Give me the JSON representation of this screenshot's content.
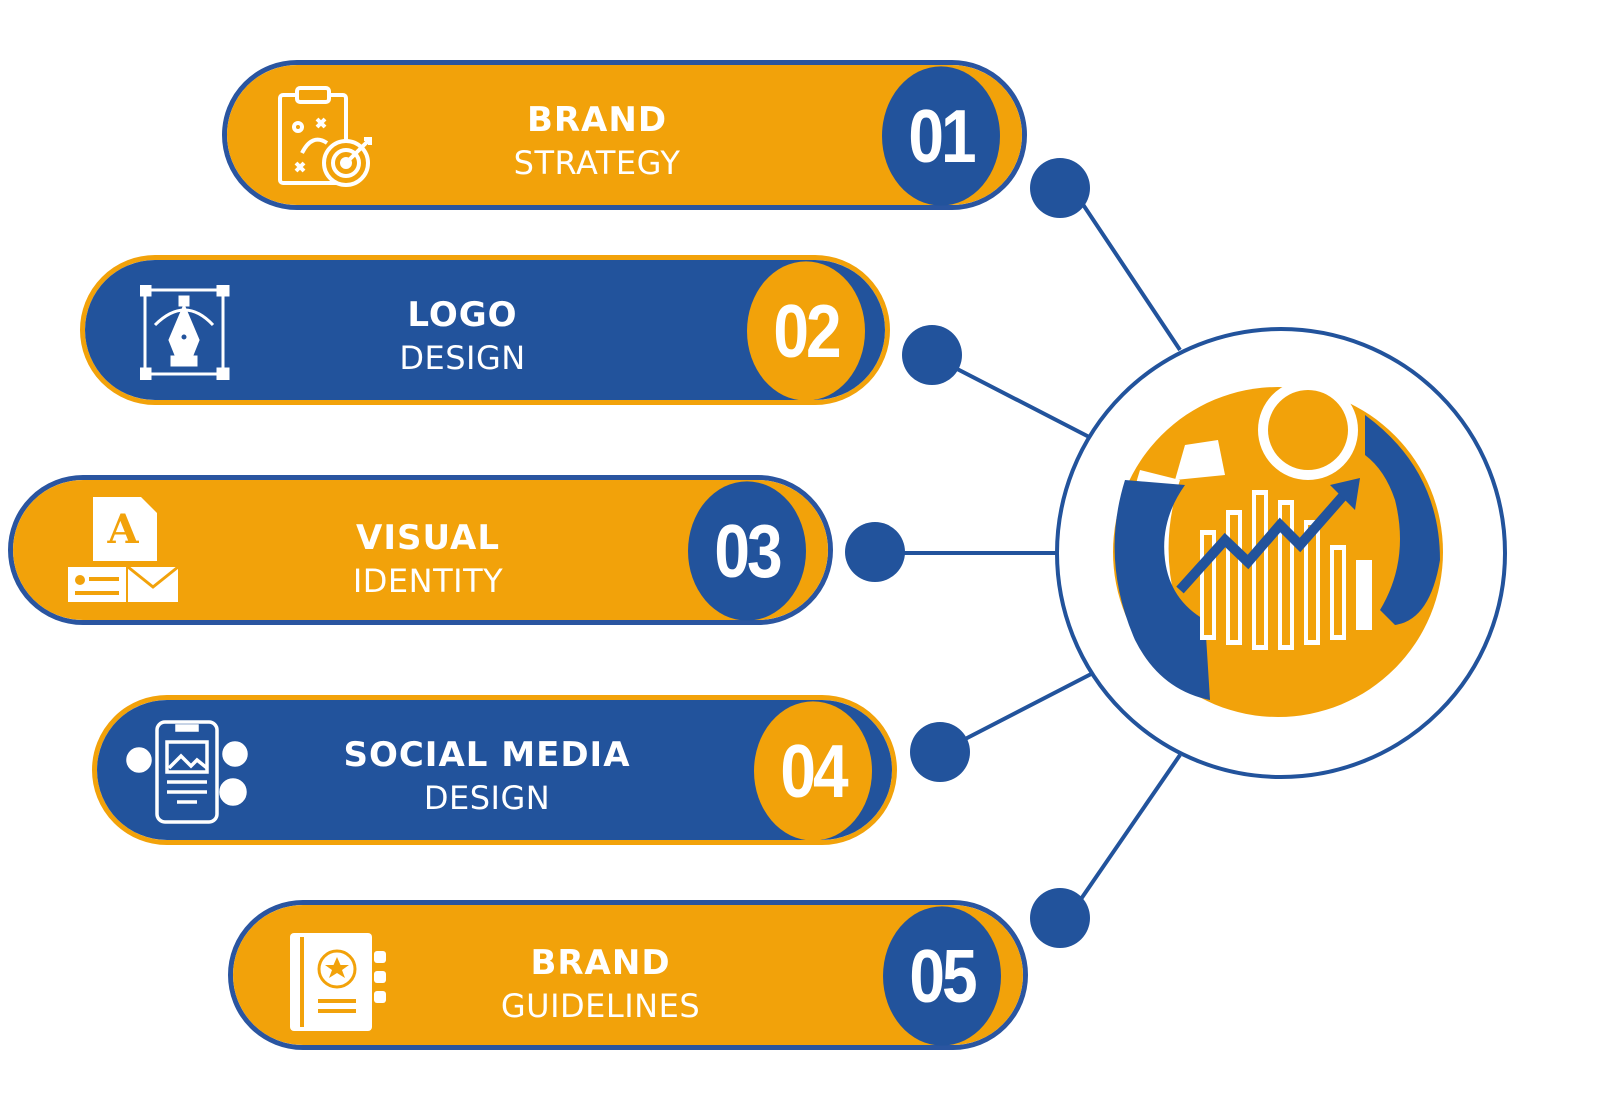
{
  "colors": {
    "orange": "#f2a20a",
    "blue": "#22539c",
    "white": "#ffffff"
  },
  "steps": [
    {
      "number": "01",
      "title": "BRAND",
      "subtitle": "STRATEGY",
      "icon": "strategy-clipboard-target-icon"
    },
    {
      "number": "02",
      "title": "LOGO",
      "subtitle": "DESIGN",
      "icon": "pen-tool-vector-icon"
    },
    {
      "number": "03",
      "title": "VISUAL",
      "subtitle": "IDENTITY",
      "icon": "typography-card-envelope-icon"
    },
    {
      "number": "04",
      "title": "SOCIAL MEDIA",
      "subtitle": "DESIGN",
      "icon": "smartphone-social-icon"
    },
    {
      "number": "05",
      "title": "BRAND",
      "subtitle": "GUIDELINES",
      "icon": "guidelines-book-icon"
    }
  ],
  "hub": {
    "icon": "growth-chart-cycle-icon"
  }
}
